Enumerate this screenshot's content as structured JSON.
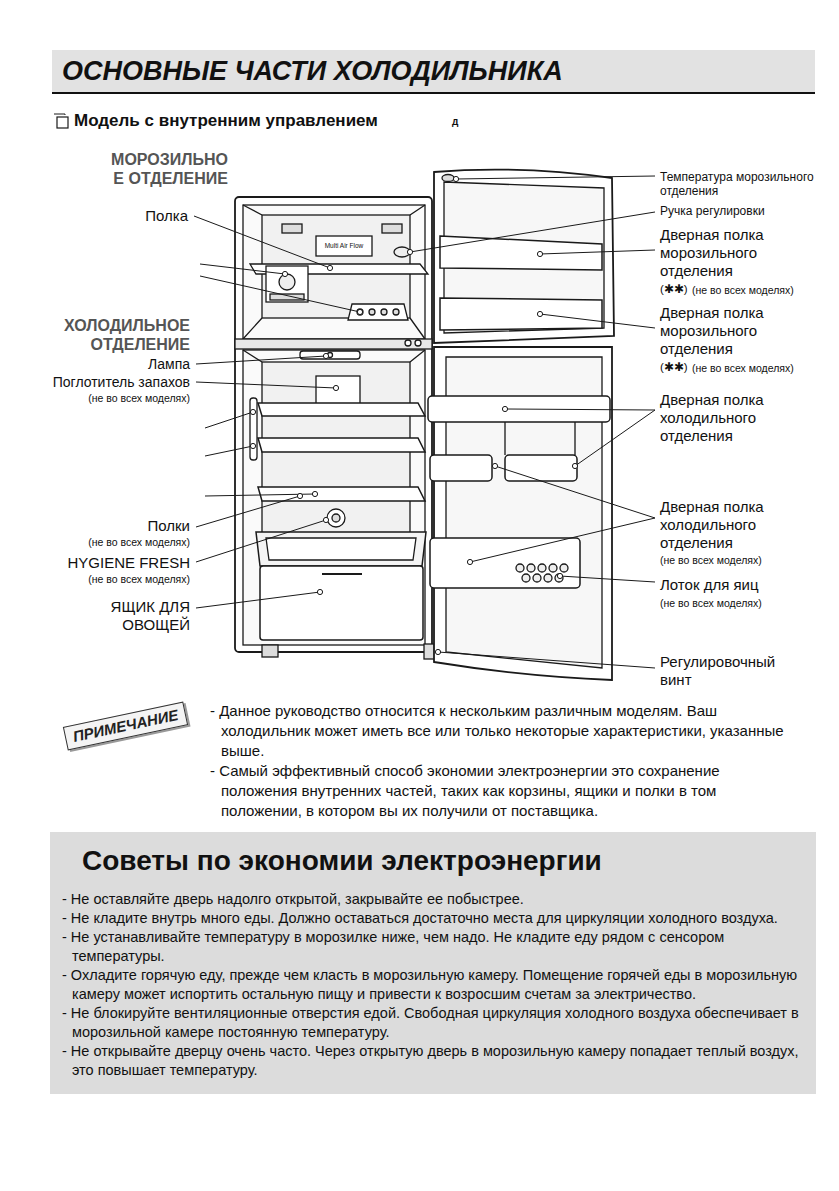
{
  "diagram": {
    "title": "ОСНОВНЫЕ ЧАСТИ ХОЛОДИЛЬНИКА",
    "nodes": [
      {
        "text": [
          "ПРИМЕЧАНИЕ"
        ]
      },
      {
        "text": [
          "Советы по экономии электроэнергии",
          "- Не оставляйте дверь надолго открытой, закрывайте ее побыстрее.",
          "- Не кладите внутрь много еды. Должно оставаться достаточно места для циркуляции холодного воздуха.",
          "- Не устанавливайте температуру в морозилке ниже, чем надо. Не кладите еду рядом с сенсором температуры.",
          "- Охладите горячую еду, прежде чем класть в морозильную камеру. Помещение горячей еды в морозильную камеру может испортить остальную пищу и привести к возросшим счетам за электричество.",
          "- Не блокируйте вентиляционные отверстия едой. Свободная циркуляция холодного воздуха обеспечивает в морозильной камере постоянную температуру.",
          "- Не открывайте дверцу очень часто. Через открытую дверь в морозильную камеру попадает теплый воздух, это повышает температуру."
        ]
      }
    ],
    "labels": [
      "Модель с внутренним управлением",
      "д",
      "МОРОЗИЛЬНО Е ОТДЕЛЕНИЕ",
      "Полка",
      "ХОЛОДИЛЬНОЕ ОТДЕЛЕНИЕ",
      "Лампа",
      "Поглотитель запахов",
      "(не во всех моделях)",
      "Полки",
      "(не во всех моделях)",
      "HYGIENE FRESH",
      "(не во всех моделях)",
      "ЯЩИК ДЛЯ ОВОЩЕЙ",
      "Multi Air Flow",
      "Температура морозильного отделения",
      "Ручка регулировки",
      "Дверная полка морозильного отделения",
      "(✱✱)",
      "(не во всех моделях)",
      "Дверная полка морозильного отделения",
      "(✱✱)",
      "(не во всех моделях)",
      "Дверная полка холодильного отделения",
      "Дверная полка холодильного отделения",
      "(не во всех моделях)",
      "Лоток для яиц",
      "(не во всех моделях)",
      "Регулировочный винт",
      "- Данное руководство относится к нескольким различным моделям. Ваш холодильник может иметь все или только некоторые характеристики, указанные выше.",
      "- Самый эффективный способ экономии электроэнергии это сохранение положения внутренних частей, таких как корзины, ящики и полки в том положении, в котором вы их получили от поставщика."
    ]
  }
}
